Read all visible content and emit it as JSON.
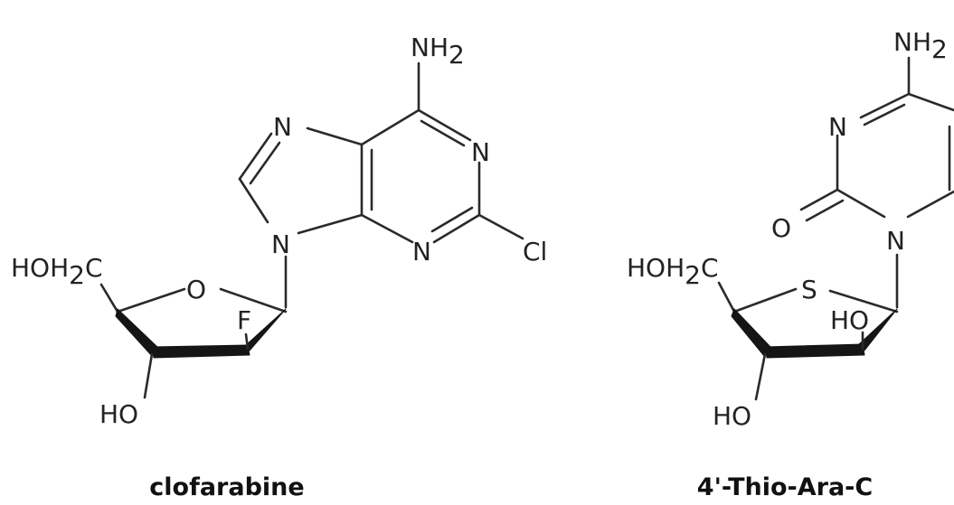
{
  "molecules": [
    {
      "name": "clofarabine",
      "atoms": {
        "nh2": "NH",
        "nh2_sub": "2",
        "n_imidazole_top": "N",
        "n_pyrimidine_right": "N",
        "n_pyrimidine_bottom": "N",
        "n_glycosidic": "N",
        "cl": "Cl",
        "hoh2c": "HOH",
        "hoh2c_sub": "2",
        "hoh2c_c": "C",
        "ring_o": "O",
        "f": "F",
        "ho": "HO"
      }
    },
    {
      "name": "4'-Thio-Ara-C",
      "atoms": {
        "nh2": "NH",
        "nh2_sub": "2",
        "n_ring_upper": "N",
        "n_ring_lower": "N",
        "carbonyl_o": "O",
        "hoh2c": "HOH",
        "hoh2c_sub": "2",
        "hoh2c_c": "C",
        "ring_s": "S",
        "ho_ring": "HO",
        "ho_bottom": "HO"
      }
    }
  ]
}
